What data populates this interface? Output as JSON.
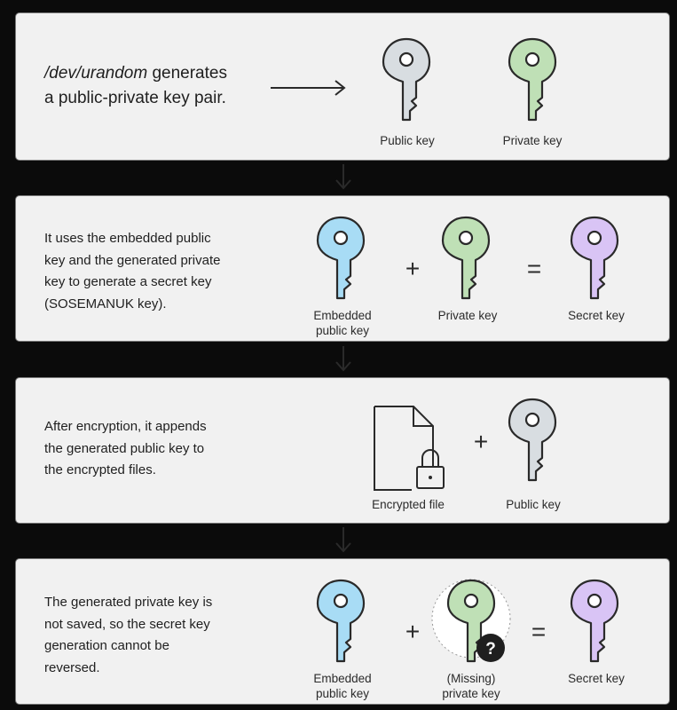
{
  "panels": [
    {
      "text_italic": "/dev/urandom",
      "text_rest": " generates",
      "text_line2": "a public-private key pair.",
      "captions": [
        "Public key",
        "Private key"
      ]
    },
    {
      "lines": [
        "It uses the embedded public",
        "key and the generated private",
        "key to generate a secret key",
        "(SOSEMANUK key)."
      ],
      "captions": [
        "Embedded",
        "public key",
        "Private key",
        "Secret key"
      ],
      "operators": [
        "+",
        "="
      ]
    },
    {
      "lines": [
        "After encryption, it appends",
        "the generated public key to",
        "the encrypted files."
      ],
      "captions": [
        "Encrypted file",
        "Public key"
      ],
      "operators": [
        "+"
      ]
    },
    {
      "lines": [
        "The generated private key is",
        "not saved, so the secret key",
        "generation cannot be",
        "reversed."
      ],
      "captions": [
        "Embedded",
        "public key",
        "(Missing)",
        "private key",
        "Secret key"
      ],
      "operators": [
        "+",
        "="
      ],
      "badge": "?"
    }
  ],
  "colors": {
    "gray_key": "#d8dde1",
    "green_key": "#bfe0b6",
    "blue_key": "#a8dcf5",
    "purple_key": "#d9c4f5",
    "stroke": "#2a2a2a",
    "panel_bg": "#f1f1f1"
  },
  "icons": [
    "key-icon",
    "document-icon",
    "padlock-icon",
    "question-badge-icon",
    "arrow-right-icon",
    "arrow-down-icon"
  ]
}
